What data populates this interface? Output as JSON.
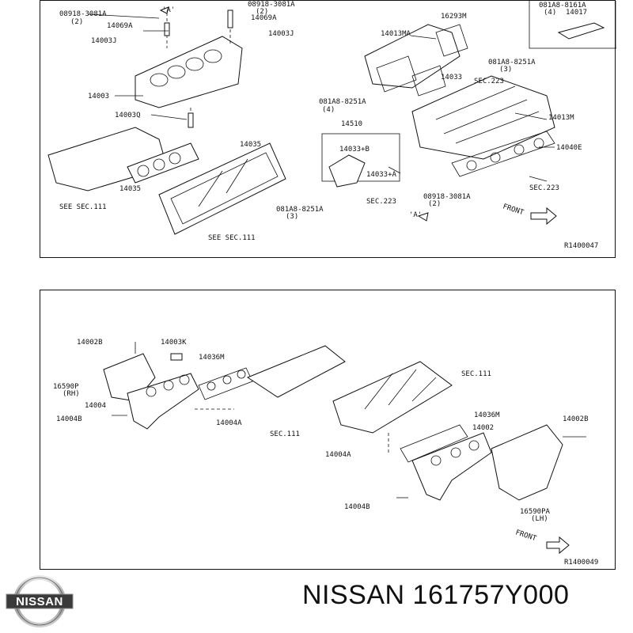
{
  "diagram_top": {
    "ref_code": "R1400047",
    "labels": {
      "b1": "08918-3081A",
      "b1q": "(2)",
      "a_mark1": "'A'",
      "b2": "08918-3081A",
      "b2q": "(2)",
      "p14069a_1": "14069A",
      "p14069a_2": "14069A",
      "p14003j_1": "14003J",
      "p14003j_2": "14003J",
      "p14003": "14003",
      "p14003q": "14003Q",
      "p14035_1": "14035",
      "p14035_2": "14035",
      "see_sec111_1": "SEE SEC.111",
      "see_sec111_2": "SEE SEC.111",
      "p14013ma": "14013MA",
      "p16293m": "16293M",
      "b3": "081A8-8251A",
      "b3q": "(3)",
      "sec223_1": "SEC.223",
      "p14033": "14033",
      "b4": "081A8-8251A",
      "b4q": "(4)",
      "p14510": "14510",
      "p14033b": "14033+B",
      "p14033a": "14033+A",
      "sec223_2": "SEC.223",
      "b5": "081A8-8251A",
      "b5q": "(3)",
      "n1": "08918-3081A",
      "n1q": "(2)",
      "a_mark2": "'A'",
      "p14013m": "14013M",
      "p14040e": "14040E",
      "sec223_3": "SEC.223",
      "front": "FRONT",
      "b6": "081A8-8161A",
      "b6q": "(4)",
      "p14017": "14017"
    }
  },
  "diagram_bottom": {
    "ref_code": "R1400049",
    "labels": {
      "p14002b_1": "14002B",
      "p14003k": "14003K",
      "p14036m_1": "14036M",
      "p16590p": "16590P",
      "rh": "(RH)",
      "p14004": "14004",
      "p14004b_1": "14004B",
      "p14004a_1": "14004A",
      "sec111_1": "SEC.111",
      "sec111_2": "SEC.111",
      "p14036m_2": "14036M",
      "p14002": "14002",
      "p14002b_2": "14002B",
      "p14004a_2": "14004A",
      "p14004b_2": "14004B",
      "p16590pa": "16590PA",
      "lh": "(LH)",
      "front": "FRONT"
    }
  },
  "footer": {
    "logo_text": "NISSAN",
    "title": "NISSAN 161757Y000"
  }
}
